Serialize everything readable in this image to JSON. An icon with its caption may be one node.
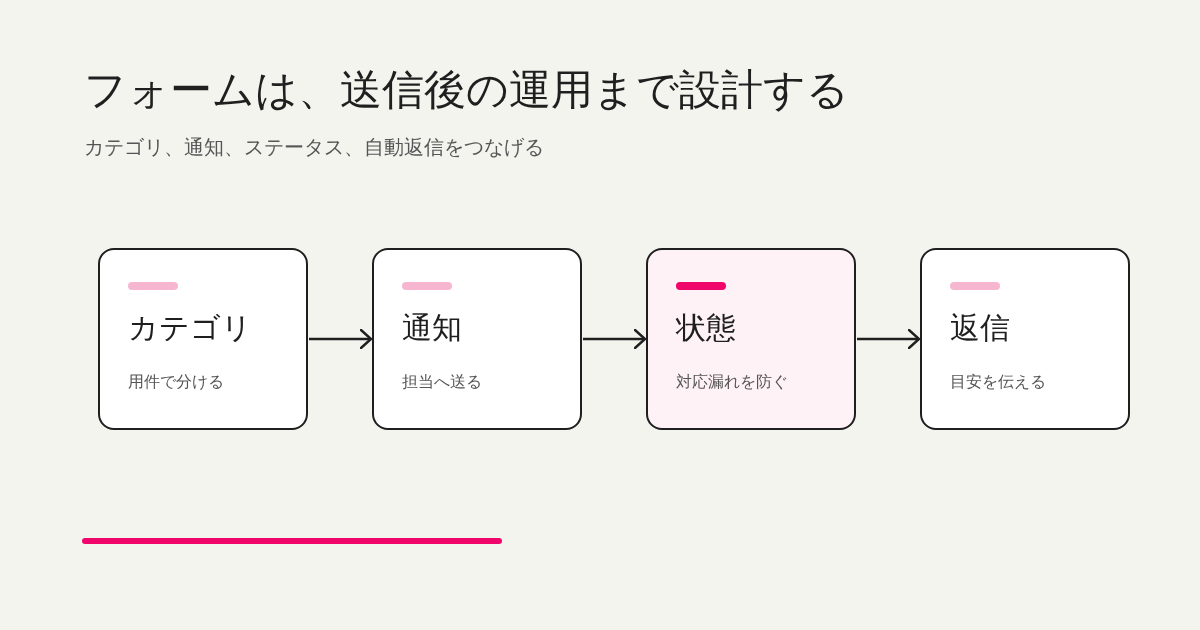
{
  "diagram": {
    "title": "フォームは、送信後の運用まで設計する",
    "caption": "カテゴリ、通知、ステータス、自動返信をつなげる",
    "nodes": [
      {
        "text": [
          "カテゴリ",
          "用件で分ける"
        ]
      },
      {
        "text": [
          "通知",
          "担当へ送る"
        ]
      },
      {
        "text": [
          "状態",
          "対応漏れを防ぐ"
        ]
      },
      {
        "text": [
          "返信",
          "目安を伝える"
        ]
      }
    ],
    "edges": [
      {
        "from": 0,
        "to": 1,
        "arrow": "to"
      },
      {
        "from": 1,
        "to": 2,
        "arrow": "to"
      },
      {
        "from": 2,
        "to": 3,
        "arrow": "to"
      }
    ]
  }
}
